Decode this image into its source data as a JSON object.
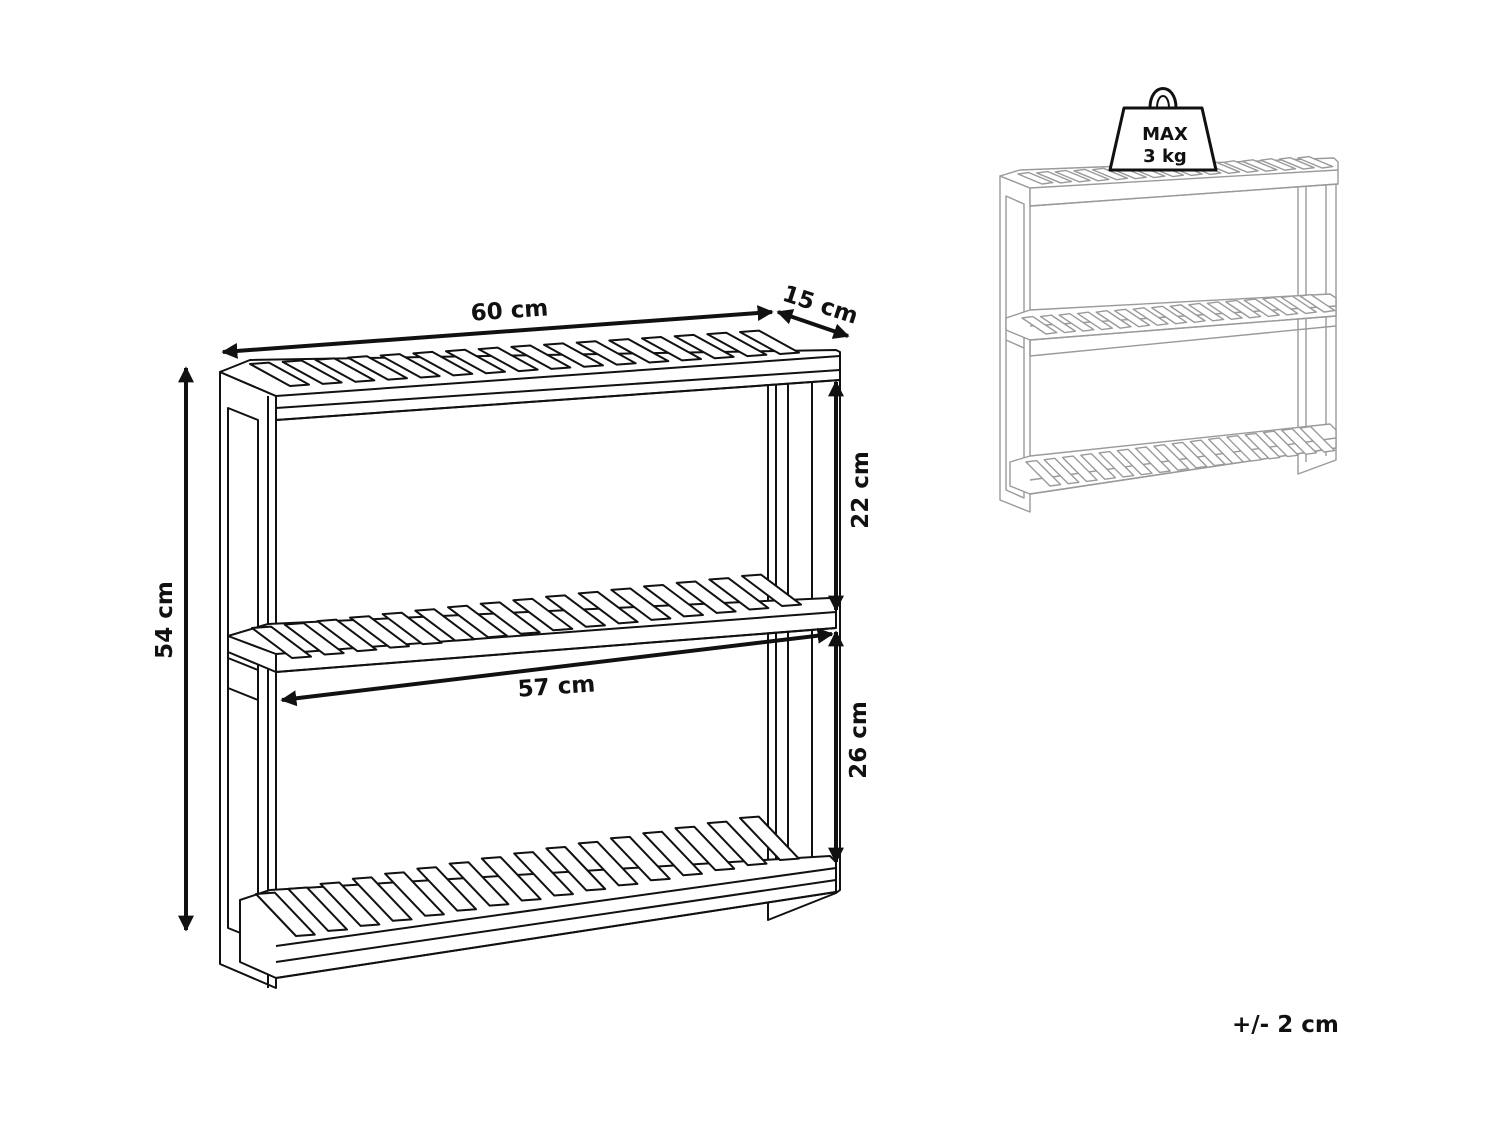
{
  "dimensions": {
    "width": "60 cm",
    "depth": "15 cm",
    "height": "54 cm",
    "top_gap": "22 cm",
    "bottom_gap": "26 cm",
    "inner_width": "57 cm"
  },
  "weight": {
    "line1": "MAX",
    "line2": "3 kg"
  },
  "tolerance": "+/- 2 cm"
}
